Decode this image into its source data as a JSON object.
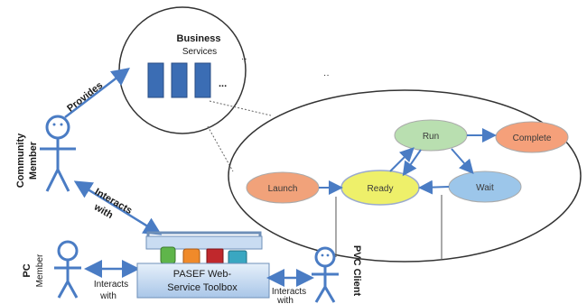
{
  "diagram": {
    "business_services": {
      "label_line1": "Business",
      "label_line2": "Services",
      "ellipsis": "..."
    },
    "actors": {
      "community_member": {
        "line1": "Community",
        "line2": "Member"
      },
      "pc_member": {
        "line1": "PC",
        "line2": "Member"
      },
      "pc_client": {
        "label": "PVC Client"
      }
    },
    "edges": {
      "provides": "Provides",
      "interacts_with_1": {
        "line1": "Interacts",
        "line2": "with"
      },
      "interacts_with_2": {
        "line1": "Interacts",
        "line2": "with"
      },
      "interacts_with_3": {
        "line1": "Interacts",
        "line2": "with"
      }
    },
    "toolbox": {
      "line1": "PASEF Web-",
      "line2": "Service Toolbox"
    },
    "states": {
      "launch": "Launch",
      "ready": "Ready",
      "run": "Run",
      "wait": "Wait",
      "complete": "Complete"
    },
    "colors": {
      "blue_actor": "#4a7cc4",
      "service_box": "#3b6db4",
      "launch": "#f1a27a",
      "ready": "#eef06a",
      "run": "#b9dfb0",
      "wait": "#9cc6ea",
      "complete": "#f5a07a",
      "arrow": "#4a7cc4"
    }
  }
}
